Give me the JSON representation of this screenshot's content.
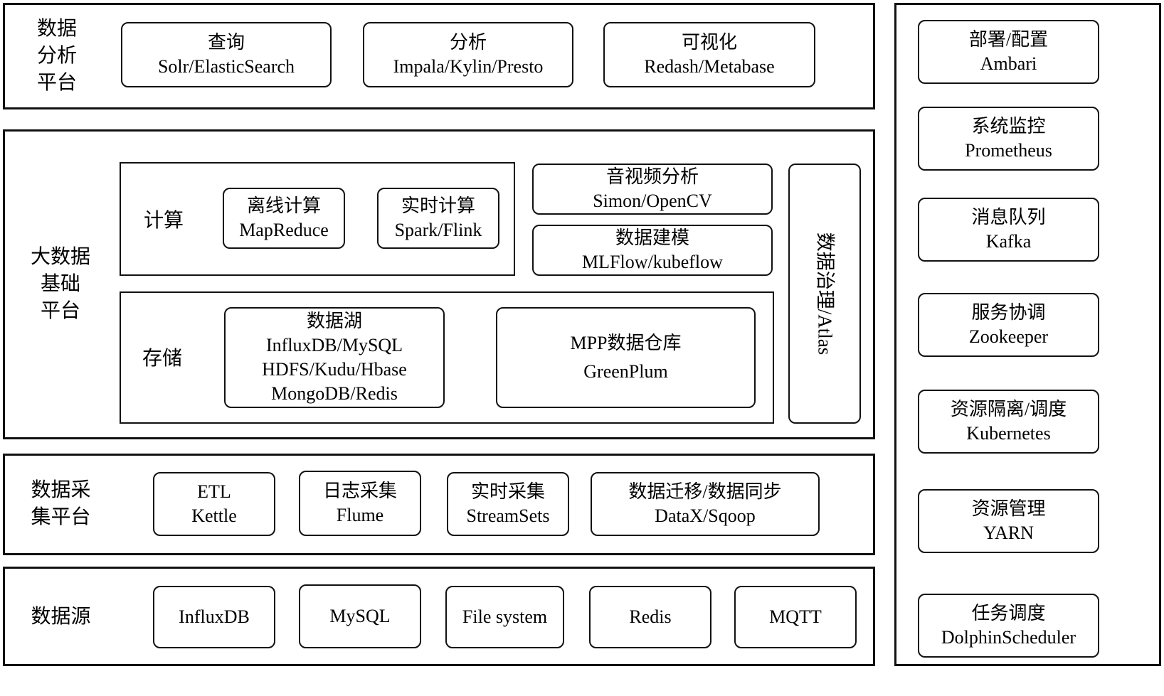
{
  "diagram": {
    "colors": {
      "border": "#111111",
      "background": "#ffffff",
      "text": "#000000"
    },
    "analysis_layer": {
      "label_lines": [
        "数据",
        "分析",
        "平台"
      ],
      "boxes": [
        {
          "title": "查询",
          "subtitle": "Solr/ElasticSearch"
        },
        {
          "title": "分析",
          "subtitle": "Impala/Kylin/Presto"
        },
        {
          "title": "可视化",
          "subtitle": "Redash/Metabase"
        }
      ]
    },
    "foundation_layer": {
      "label_lines": [
        "大数据",
        "基础",
        "平台"
      ],
      "compute": {
        "label": "计算",
        "boxes": [
          {
            "title": "离线计算",
            "subtitle": "MapReduce"
          },
          {
            "title": "实时计算",
            "subtitle": "Spark/Flink"
          }
        ]
      },
      "right_boxes": [
        {
          "title": "音视频分析",
          "subtitle": "Simon/OpenCV"
        },
        {
          "title": "数据建模",
          "subtitle": "MLFlow/kubeflow"
        }
      ],
      "storage": {
        "label": "存储",
        "data_lake": {
          "lines": [
            "数据湖",
            "InfluxDB/MySQL",
            "HDFS/Kudu/Hbase",
            "MongoDB/Redis"
          ]
        },
        "mpp": {
          "title": "MPP数据仓库",
          "subtitle": "GreenPlum"
        }
      },
      "governance": "数据治理/Atlas"
    },
    "collection_layer": {
      "label_lines": [
        "数据采",
        "集平台"
      ],
      "boxes": [
        {
          "title": "ETL",
          "subtitle": "Kettle"
        },
        {
          "title": "日志采集",
          "subtitle": "Flume"
        },
        {
          "title": "实时采集",
          "subtitle": "StreamSets"
        },
        {
          "title": "数据迁移/数据同步",
          "subtitle": "DataX/Sqoop"
        }
      ]
    },
    "source_layer": {
      "label": "数据源",
      "boxes": [
        {
          "title": "InfluxDB"
        },
        {
          "title": "MySQL"
        },
        {
          "title": "File system"
        },
        {
          "title": "Redis"
        },
        {
          "title": "MQTT"
        }
      ]
    },
    "ops_column": {
      "boxes": [
        {
          "title": "部署/配置",
          "subtitle": "Ambari"
        },
        {
          "title": "系统监控",
          "subtitle": "Prometheus"
        },
        {
          "title": "消息队列",
          "subtitle": "Kafka"
        },
        {
          "title": "服务协调",
          "subtitle": "Zookeeper"
        },
        {
          "title": "资源隔离/调度",
          "subtitle": "Kubernetes"
        },
        {
          "title": "资源管理",
          "subtitle": "YARN"
        },
        {
          "title": "任务调度",
          "subtitle": "DolphinScheduler"
        }
      ]
    }
  }
}
